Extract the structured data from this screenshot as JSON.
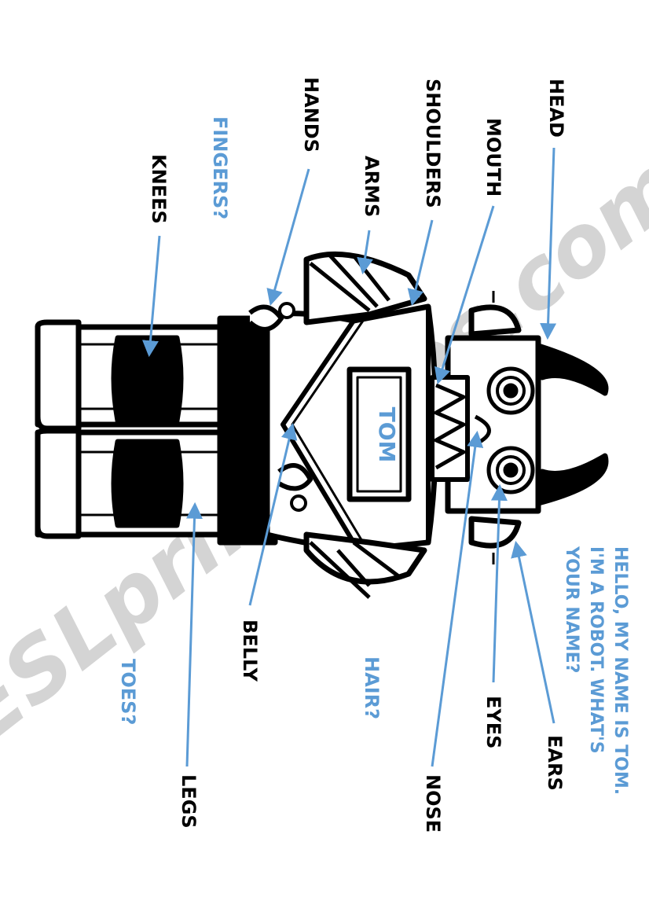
{
  "watermark": "ESLprintables.com",
  "robot_name": "TOM",
  "speech": {
    "lines": [
      "HELLO, MY NAME IS TOM.",
      "I'M A ROBOT. WHAT'S",
      "YOUR NAME?"
    ]
  },
  "labels": {
    "head": "HEAD",
    "mouth": "MOUTH",
    "shoulders": "SHOULDERS",
    "hands": "HANDS",
    "arms": "ARMS",
    "fingers": "FINGERS?",
    "knees": "KNEES",
    "ears": "EARS",
    "eyes": "EYES",
    "nose": "NOSE",
    "hair": "HAIR?",
    "belly": "BELLY",
    "toes": "TOES?",
    "legs": "LEGS"
  },
  "colors": {
    "ink": "#000000",
    "accent": "#5b9bd5",
    "watermark": "#cfcfcf"
  }
}
